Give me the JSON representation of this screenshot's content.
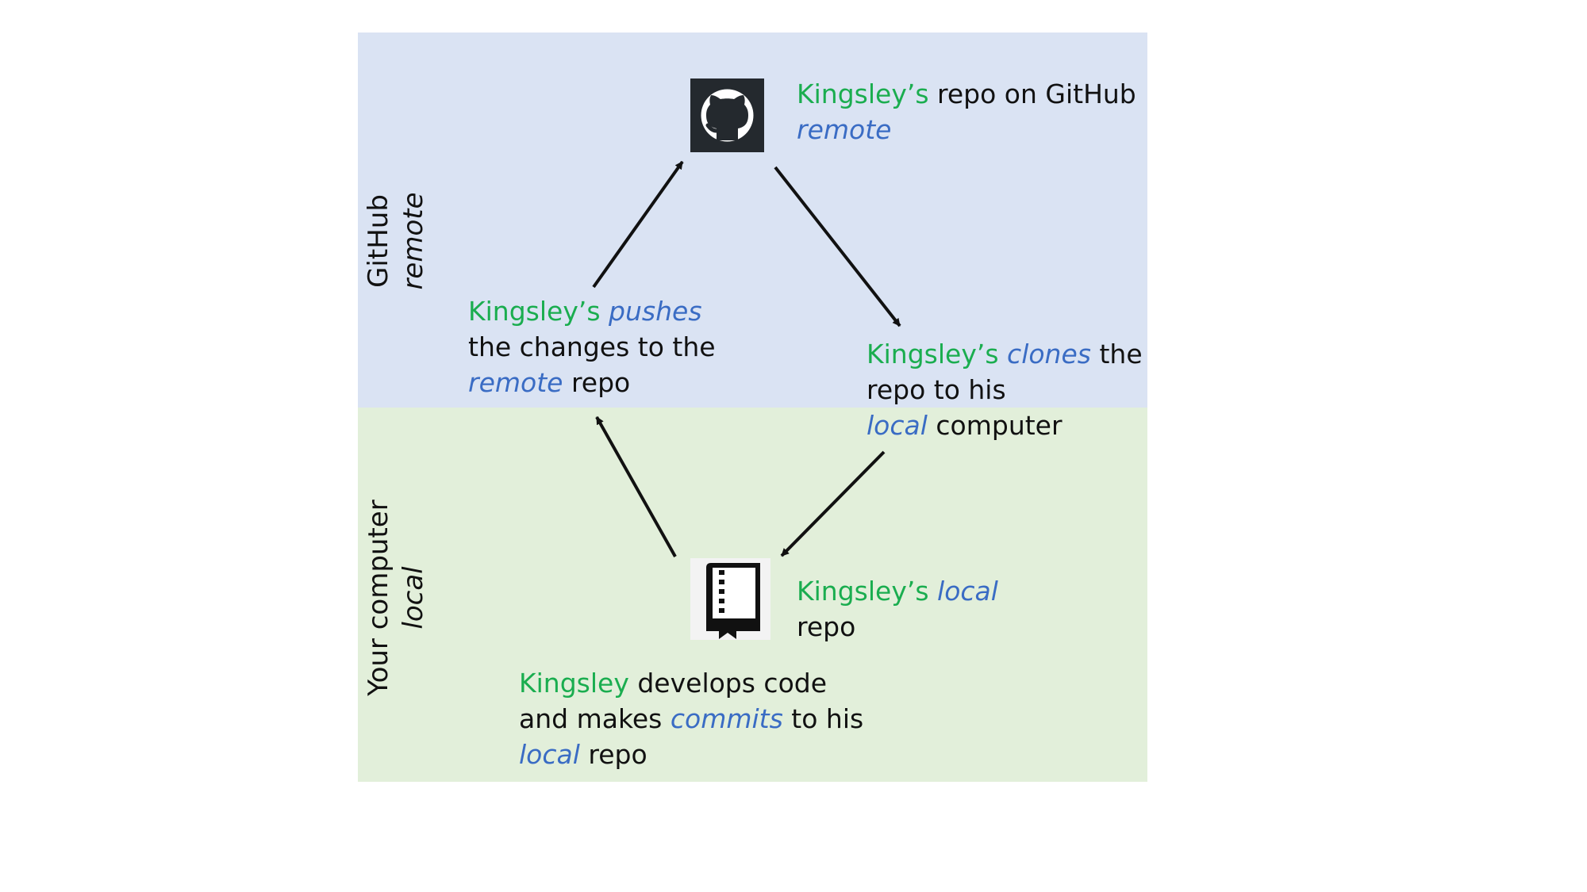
{
  "colors": {
    "remote_zone": "#dae3f3",
    "local_zone": "#e2efda",
    "kingsley": "#1aad4f",
    "term": "#3a6cc4",
    "text": "#111111",
    "icon_dark": "#24292e"
  },
  "zones": {
    "remote": {
      "title": "GitHub",
      "subtitle": "remote"
    },
    "local": {
      "title": "Your computer",
      "subtitle": "local"
    }
  },
  "icons": {
    "remote_repo": "github-octocat-icon",
    "local_repo": "repo-book-icon"
  },
  "nodes": {
    "remote_repo": {
      "name": "Kingsley’s",
      "text": " repo on GitHub",
      "term": "remote"
    },
    "push": {
      "name": "Kingsley’s",
      "term1": "pushes",
      "line2": "the changes to the",
      "term2": "remote",
      "tail": " repo"
    },
    "clone": {
      "name": "Kingsley’s",
      "term1": "clones",
      "tail1": " the",
      "line2": "repo to his",
      "term2": "local",
      "tail2": " computer"
    },
    "local_repo": {
      "name": "Kingsley’s",
      "term": "local",
      "line2": "repo"
    },
    "commit": {
      "name": "Kingsley",
      "tail1": " develops code",
      "line2a": "and makes ",
      "term1": "commits",
      "line2b": " to his",
      "term2": "local",
      "tail3": " repo"
    }
  }
}
